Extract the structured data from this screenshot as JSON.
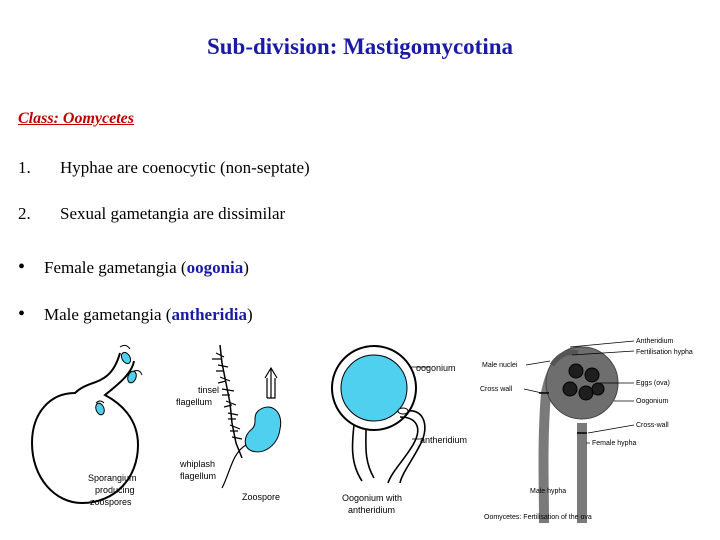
{
  "title": "Sub-division: Mastigomycotina",
  "class_heading": "Class: Oomycetes",
  "numbered": [
    {
      "num": "1.",
      "text": "Hyphae are coenocytic (non-septate)"
    },
    {
      "num": "2.",
      "text": "Sexual gametangia are dissimilar"
    }
  ],
  "bullets": [
    {
      "prefix": "Female gametangia (",
      "term": "oogonia",
      "suffix": ")"
    },
    {
      "prefix": "Male gametangia (",
      "term": "antheridia",
      "suffix": ")"
    }
  ],
  "figures": {
    "sporangium": {
      "line1": "Sporangium",
      "line2": "producing",
      "line3": "zoospores"
    },
    "zoospore": {
      "tinsel1": "tinsel",
      "tinsel2": "flagellum",
      "whip1": "whiplash",
      "whip2": "flagellum",
      "zoospore": "Zoospore"
    },
    "oogonium": {
      "oogonium": "oogonium",
      "antheridium": "antheridium",
      "cap1": "Oogonium with",
      "cap2": "antheridium"
    },
    "fertilisation": {
      "antheridium": "Antheridium",
      "fert_hypha": "Fertilisation hypha",
      "male_nuclei": "Male nuclei",
      "cross_wall_left": "Cross wall",
      "eggs": "Eggs (ova)",
      "oogonium": "Oogonium",
      "cross_wall_right": "Cross-wall",
      "female_hypha": "Female hypha",
      "male_hypha": "Male hypha",
      "caption": "Oomycetes: Fertilisation of the ova"
    }
  },
  "colors": {
    "title": "#1a1aa6",
    "class_heading": "#c00000",
    "cyan_fill": "#4fd0ee",
    "hypha_gray": "#7a7a7a"
  }
}
